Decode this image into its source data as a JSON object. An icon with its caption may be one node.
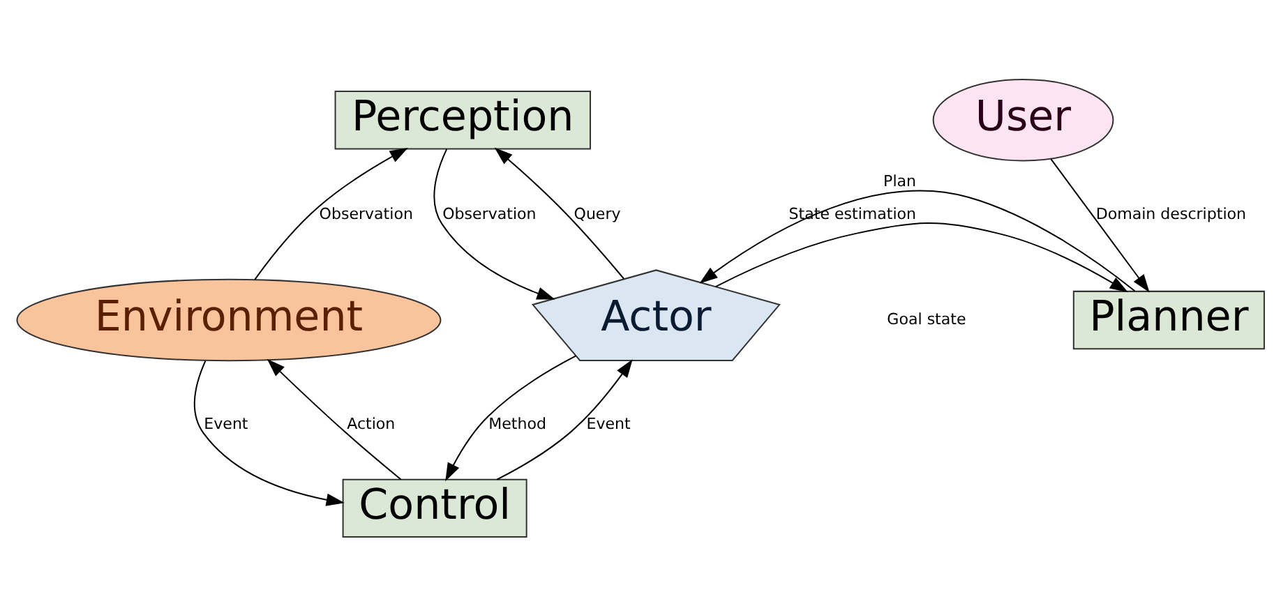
{
  "diagram": {
    "nodes": [
      {
        "text": [
          "Perception"
        ]
      },
      {
        "text": [
          "User"
        ]
      },
      {
        "text": [
          "Environment"
        ]
      },
      {
        "text": [
          "Actor"
        ]
      },
      {
        "text": [
          "Planner"
        ]
      },
      {
        "text": [
          "Control"
        ]
      }
    ],
    "edges": [
      {
        "from": 2,
        "to": 0,
        "arrow": "to",
        "label": "Observation"
      },
      {
        "from": 3,
        "to": 0,
        "arrow": "to",
        "label": "Query"
      },
      {
        "from": 0,
        "to": 3,
        "arrow": "to",
        "label": "Observation"
      },
      {
        "from": 1,
        "to": 4,
        "arrow": "to",
        "label": "Domain description"
      },
      {
        "from": 3,
        "to": 4,
        "arrow": "to",
        "label": "State estimation"
      },
      {
        "from": 4,
        "to": 3,
        "arrow": "to",
        "label": "Plan"
      },
      {
        "from": 2,
        "to": 5,
        "arrow": "to",
        "label": "Event"
      },
      {
        "from": 5,
        "to": 2,
        "arrow": "to",
        "label": "Action"
      },
      {
        "from": 5,
        "to": 3,
        "arrow": "to",
        "label": "Event"
      },
      {
        "from": 3,
        "to": 5,
        "arrow": "to",
        "label": "Method"
      }
    ],
    "labels": [
      "Goal state"
    ]
  }
}
